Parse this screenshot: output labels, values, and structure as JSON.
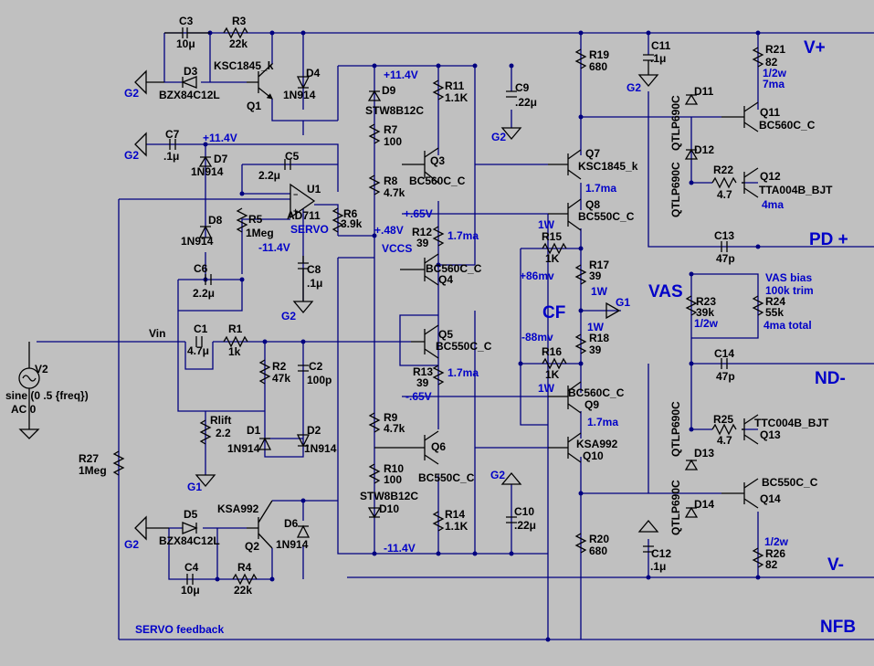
{
  "colors": {
    "background": "#c0c0c0",
    "wire": "#000080",
    "component": "#000000",
    "net_label": "#0000c8"
  },
  "rails": {
    "vplus": "V+",
    "vminus": "V-",
    "pd_plus": "PD +",
    "nd_minus": "ND-",
    "nfb": "NFB",
    "vas": "VAS",
    "cf": "CF"
  },
  "labels": {
    "C3": "C3",
    "C3v": "10μ",
    "R3": "R3",
    "R3v": "22k",
    "Q1t": "KSC1845_k",
    "Q1": "Q1",
    "D3": "D3",
    "D3v": "BZX84C12L",
    "D4": "D4",
    "D4v": "1N914",
    "G2a": "G2",
    "G2b": "G2",
    "G2c": "G2",
    "G2d": "G2",
    "G2e": "G2",
    "G2f": "G2",
    "G2g": "G2",
    "C7": "C7",
    "C7v": ".1μ",
    "p114a": "+11.4V",
    "D7": "D7",
    "D7v": "1N914",
    "C5": "C5",
    "C5v": "2.2μ",
    "U1": "U1",
    "U1v": "AD711",
    "R5": "R5",
    "R5v": "1Meg",
    "R6": "R6",
    "R6v": "3.9k",
    "servo": "SERVO",
    "D8": "D8",
    "D8v": "1N914",
    "m114a": "-11.4V",
    "C8": "C8",
    "C8v": ".1μ",
    "C6": "C6",
    "C6v": "2.2μ",
    "vin": "Vin",
    "C1": "C1",
    "C1v": "4.7μ",
    "R1": "R1",
    "R1v": "1k",
    "R2": "R2",
    "R2v": "47k",
    "C2": "C2",
    "C2v": "100p",
    "V2": "V2",
    "V2v": "sine (0 .5 {freq})",
    "V2ac": "AC 0",
    "Rlift": "Rlift",
    "Rliftv": "2.2",
    "D1": "D1",
    "D1v": "1N914",
    "D2": "D2",
    "D2v": "1N914",
    "G1a": "G1",
    "G1b": "G1",
    "R27": "R27",
    "R27v": "1Meg",
    "D5": "D5",
    "D5v": "BZX84C12L",
    "Q2t": "KSA992",
    "Q2": "Q2",
    "D6": "D6",
    "D6v": "1N914",
    "C4": "C4",
    "C4v": "10μ",
    "R4": "R4",
    "R4v": "22k",
    "servofb": "SERVO feedback",
    "p114b": "+11.4V",
    "D9": "D9",
    "D9v": "STW8B12C",
    "R7": "R7",
    "R7v": "100",
    "R8": "R8",
    "R8v": "4.7k",
    "R11": "R11",
    "R11v": "1.1K",
    "C9": "C9",
    "C9v": ".22μ",
    "Q3": "Q3",
    "Q3v": "BC560C_C",
    "p65a": "+.65V",
    "p48": "+.48V",
    "vccs": "VCCS",
    "R12": "R12",
    "R12v": "39",
    "ma17a": "1.7ma",
    "Q4v": "BC560C_C",
    "Q4": "Q4",
    "Q5": "Q5",
    "Q5v": "BC550C_C",
    "R13": "R13",
    "R13v": "39",
    "ma17b": "1.7ma",
    "m65": "-.65V",
    "R9": "R9",
    "R9v": "4.7k",
    "Q6": "Q6",
    "Q6v": "BC550C_C",
    "R10": "R10",
    "R10v": "100",
    "D10v": "STW8B12C",
    "D10": "D10",
    "R14": "R14",
    "R14v": "1.1K",
    "C10": "C10",
    "C10v": ".22μ",
    "m114b": "-11.4V",
    "R19": "R19",
    "R19v": "680",
    "C11": "C11",
    "C11v": ".1μ",
    "Q7": "Q7",
    "Q7v": "KSC1845_k",
    "ma17c": "1.7ma",
    "Q8": "Q8",
    "Q8v": "BC550C_C",
    "w1a": "1W",
    "R15": "R15",
    "R15v": "1K",
    "mv86": "+86mv",
    "R17": "R17",
    "R17v": "39",
    "w1b": "1W",
    "w1c": "1W",
    "mv88": "-88mv",
    "R18": "R18",
    "R18v": "39",
    "R16": "R16",
    "R16v": "1K",
    "w1d": "1W",
    "Q9v": "BC560C_C",
    "Q9": "Q9",
    "ma17d": "1.7ma",
    "Q10v": "KSA992",
    "Q10": "Q10",
    "R20": "R20",
    "R20v": "680",
    "C12": "C12",
    "C12v": ".1μ",
    "R21": "R21",
    "R21v": "82",
    "w12a": "1/2w",
    "ma7": "7ma",
    "qt1": "QTLP690C",
    "qt2": "QTLP690C",
    "D11": "D11",
    "Q11": "Q11",
    "Q11v": "BC560C_C",
    "D12": "D12",
    "R22": "R22",
    "R22v": "4.7",
    "Q12": "Q12",
    "Q12v": "TTA004B_BJT",
    "ma4": "4ma",
    "C13": "C13",
    "C13v": "47p",
    "R23": "R23",
    "R23v": "39k",
    "w12b": "1/2w",
    "R24": "R24",
    "R24v": "55k",
    "vasbias": "VAS bias",
    "trim": "100k trim",
    "matotal": "4ma total",
    "C14": "C14",
    "C14v": "47p",
    "qt3": "QTLP690C",
    "qt4": "QTLP690C",
    "R25": "R25",
    "R25v": "4.7",
    "Q13v": "TTC004B_BJT",
    "Q13": "Q13",
    "D13": "D13",
    "Q14v": "BC550C_C",
    "Q14": "Q14",
    "D14": "D14",
    "w12c": "1/2w",
    "R26": "R26",
    "R26v": "82"
  }
}
